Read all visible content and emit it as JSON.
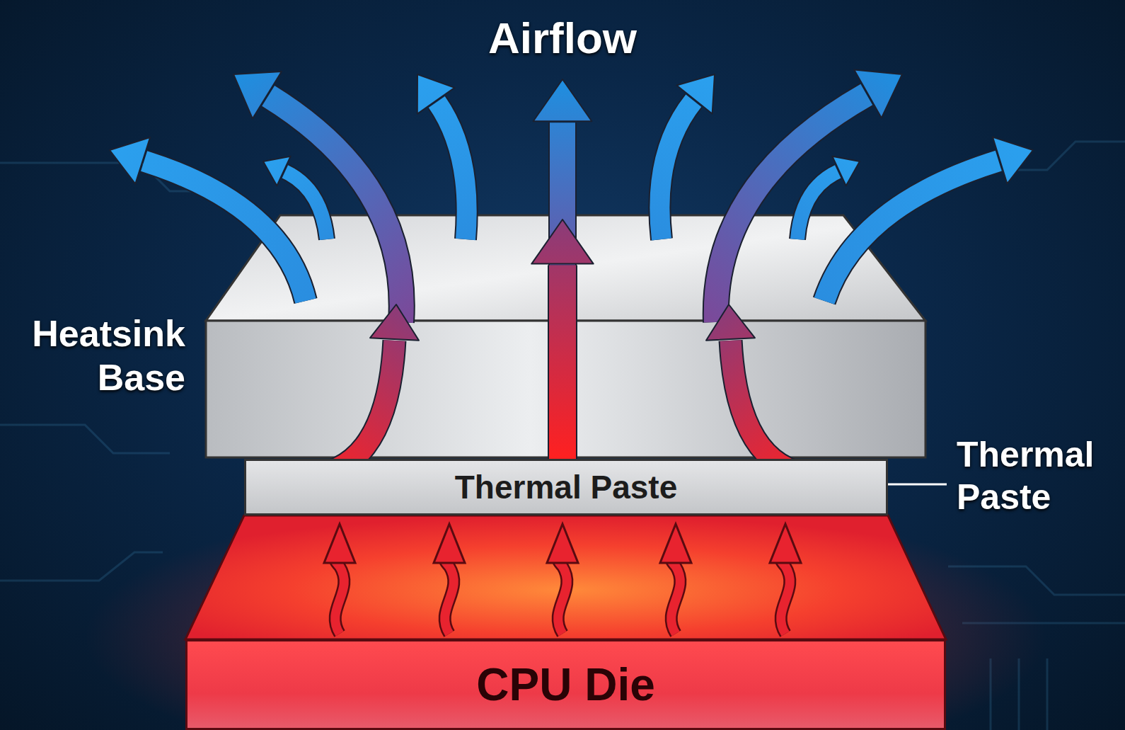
{
  "diagram": {
    "title": "Airflow",
    "nodes": [
      {
        "text": [
          "Thermal Paste"
        ]
      },
      {
        "text": [
          "CPU Die"
        ]
      }
    ],
    "labels": [
      "Heatsink Base",
      "Thermal Paste"
    ]
  }
}
